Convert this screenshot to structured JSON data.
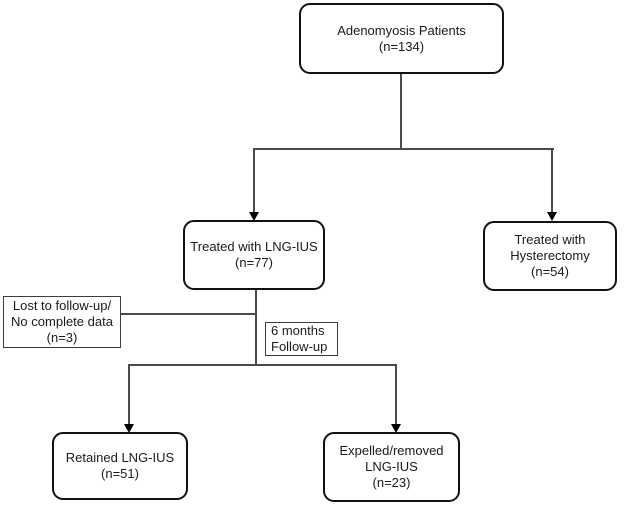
{
  "diagram": {
    "type": "flowchart",
    "description": "Adenomyosis patient treatment and follow-up flow diagram",
    "colors": {
      "background": "#ffffff",
      "box_border": "#111111",
      "note_border": "#3d3d3d",
      "connector": "#4b4b4b",
      "arrowhead": "#000000",
      "text": "#1a1a1a"
    },
    "nodes": {
      "adenomyosis": {
        "lines": [
          "Adenomyosis Patients",
          "(n=134)"
        ]
      },
      "lng_ius": {
        "lines": [
          "Treated with LNG-IUS",
          "(n=77)"
        ]
      },
      "hysterectomy": {
        "lines": [
          "Treated with",
          "Hysterectomy",
          "(n=54)"
        ]
      },
      "lost_followup": {
        "lines": [
          "Lost to follow-up/",
          "No complete data",
          "(n=3)"
        ]
      },
      "followup_label": {
        "lines": [
          "6 months",
          "Follow-up"
        ]
      },
      "retained": {
        "lines": [
          "Retained LNG-IUS",
          "(n=51)"
        ]
      },
      "expelled": {
        "lines": [
          "Expelled/removed",
          "LNG-IUS",
          "(n=23)"
        ]
      }
    },
    "edges": [
      {
        "from": "adenomyosis",
        "to": "lng_ius",
        "arrow": true
      },
      {
        "from": "adenomyosis",
        "to": "hysterectomy",
        "arrow": true
      },
      {
        "from": "lng_ius",
        "to": "lost_followup",
        "arrow": false
      },
      {
        "from": "lng_ius",
        "to": "retained",
        "arrow": true,
        "label": "6 months Follow-up"
      },
      {
        "from": "lng_ius",
        "to": "expelled",
        "arrow": true,
        "label": "6 months Follow-up"
      }
    ]
  }
}
